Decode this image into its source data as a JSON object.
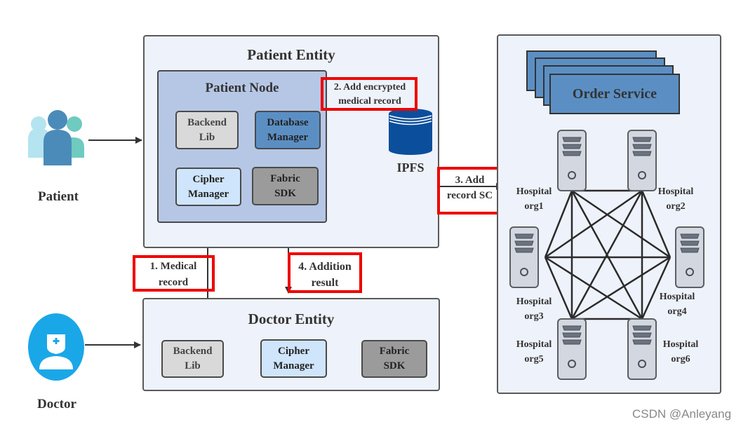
{
  "actors": {
    "patient": {
      "label": "Patient",
      "icon": "group-users-icon"
    },
    "doctor": {
      "label": "Doctor",
      "icon": "doctor-icon"
    }
  },
  "patient_entity": {
    "title": "Patient Entity",
    "node": {
      "title": "Patient Node",
      "components": {
        "backend_lib": "Backend\nLib",
        "database_manager": "Database\nManager",
        "cipher_manager": "Cipher\nManager",
        "fabric_sdk": "Fabric\nSDK"
      }
    },
    "ipfs": {
      "label": "IPFS",
      "icon": "database-icon"
    }
  },
  "doctor_entity": {
    "title": "Doctor Entity",
    "components": {
      "backend_lib": "Backend\nLib",
      "cipher_manager": "Cipher\nManager",
      "fabric_sdk": "Fabric\nSDK"
    }
  },
  "steps": {
    "step1": "1. Medical\nrecord",
    "step2": "2. Add encrypted\nmedical record",
    "step3": "3. Add\nrecord SC",
    "step4": "4. Addition\nresult"
  },
  "network": {
    "order_service": "Order Service",
    "hospitals": [
      {
        "id": "org1",
        "label": "Hospital\norg1"
      },
      {
        "id": "org2",
        "label": "Hospital\norg2"
      },
      {
        "id": "org3",
        "label": "Hospital\norg3"
      },
      {
        "id": "org4",
        "label": "Hospital\norg4"
      },
      {
        "id": "org5",
        "label": "Hospital\norg5"
      },
      {
        "id": "org6",
        "label": "Hospital\norg6"
      }
    ]
  },
  "colors": {
    "highlight_red": "#ee0000",
    "entity_bg": "#eef2fa",
    "node_bg": "#b6c7e6",
    "order_service_blue": "#5b8fc4",
    "ipfs_blue": "#0b4f9c",
    "doctor_icon_blue": "#1aa7e8"
  },
  "watermark": "CSDN @Anleyang"
}
